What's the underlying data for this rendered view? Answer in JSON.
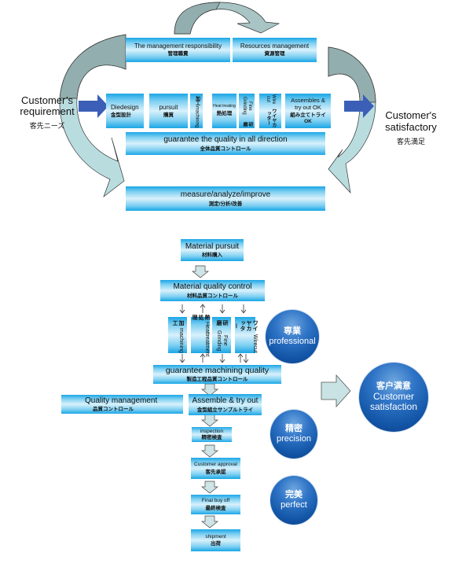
{
  "top": {
    "management_responsibility": {
      "en": "The management responsibility",
      "jp": "管理職責"
    },
    "resources_management": {
      "en": "Resources management",
      "jp": "資源管理"
    },
    "customer_requirement": {
      "en1": "Customer’s",
      "en2": "requirement",
      "jp": "客先ニーズ"
    },
    "customer_satisfactory": {
      "en1": "Customer's",
      "en2": "satisfactory",
      "jp": "客先満足"
    },
    "process_steps": [
      {
        "en": "Diedesign",
        "jp": "金型設計"
      },
      {
        "en": "pursuit",
        "jp": "購買"
      },
      {
        "en": "machining",
        "jp": "加工"
      },
      {
        "en": "Heat treating",
        "jp": "熱処理"
      },
      {
        "en": "Fine Grinding",
        "jp": "研磨"
      },
      {
        "en": "Wire cut",
        "jp": "ワイヤカッター"
      },
      {
        "en": "Assembles & try out OK",
        "jp": "組み立てトライOK"
      }
    ],
    "guarantee_quality": {
      "en": "guarantee the quality in all direction",
      "jp": "全体品質コントロール"
    },
    "measure": {
      "en": "measure/analyze/improve",
      "jp": "測定/分析/改善"
    }
  },
  "flow": {
    "material_pursuit": {
      "en": "Material  pursuit",
      "jp": "材料購入"
    },
    "material_quality": {
      "en": "Material quality control",
      "jp": "材料品質コントロール"
    },
    "machining_steps": [
      {
        "en": "machining",
        "jp": "加工"
      },
      {
        "en": "Heattreatment",
        "jp": "熱処理"
      },
      {
        "en": "Fine Grinding",
        "jp": "研磨"
      },
      {
        "en": "Wirecut",
        "jp": "ワイヤカッター"
      }
    ],
    "guarantee_machining": {
      "en": "guarantee machining quality",
      "jp": "製造工程品質コントロール"
    },
    "quality_management": {
      "en": "Quality management",
      "jp": "品質コントロール"
    },
    "assemble": {
      "en": "Assemble & try out",
      "jp": "金型組立サンプルトライ"
    },
    "inspection": {
      "en": "inspection",
      "jp": "精密検査"
    },
    "customer_approval": {
      "en": "Customer approval",
      "jp": "客先承認"
    },
    "final_buy_off": {
      "en": "Final buy off",
      "jp": "最終検査"
    },
    "shipment": {
      "en": "shipment",
      "jp": "出荷"
    }
  },
  "balls": {
    "professional": {
      "jp": "専業",
      "en": "professional"
    },
    "precision": {
      "jp": "精密",
      "en": "precision"
    },
    "perfect": {
      "jp": "完美",
      "en": "perfect"
    },
    "satisfaction": {
      "jp": "客户满意",
      "en1": "Customer",
      "en2": "satisfaction"
    }
  },
  "colors": {
    "bar_blue": "#1aa6e6",
    "arrow_gray": "#93aeae",
    "arrow_light": "#b9dcdf",
    "arrow_blue": "#3b5fb7",
    "ball_blue": "#1356a8"
  }
}
